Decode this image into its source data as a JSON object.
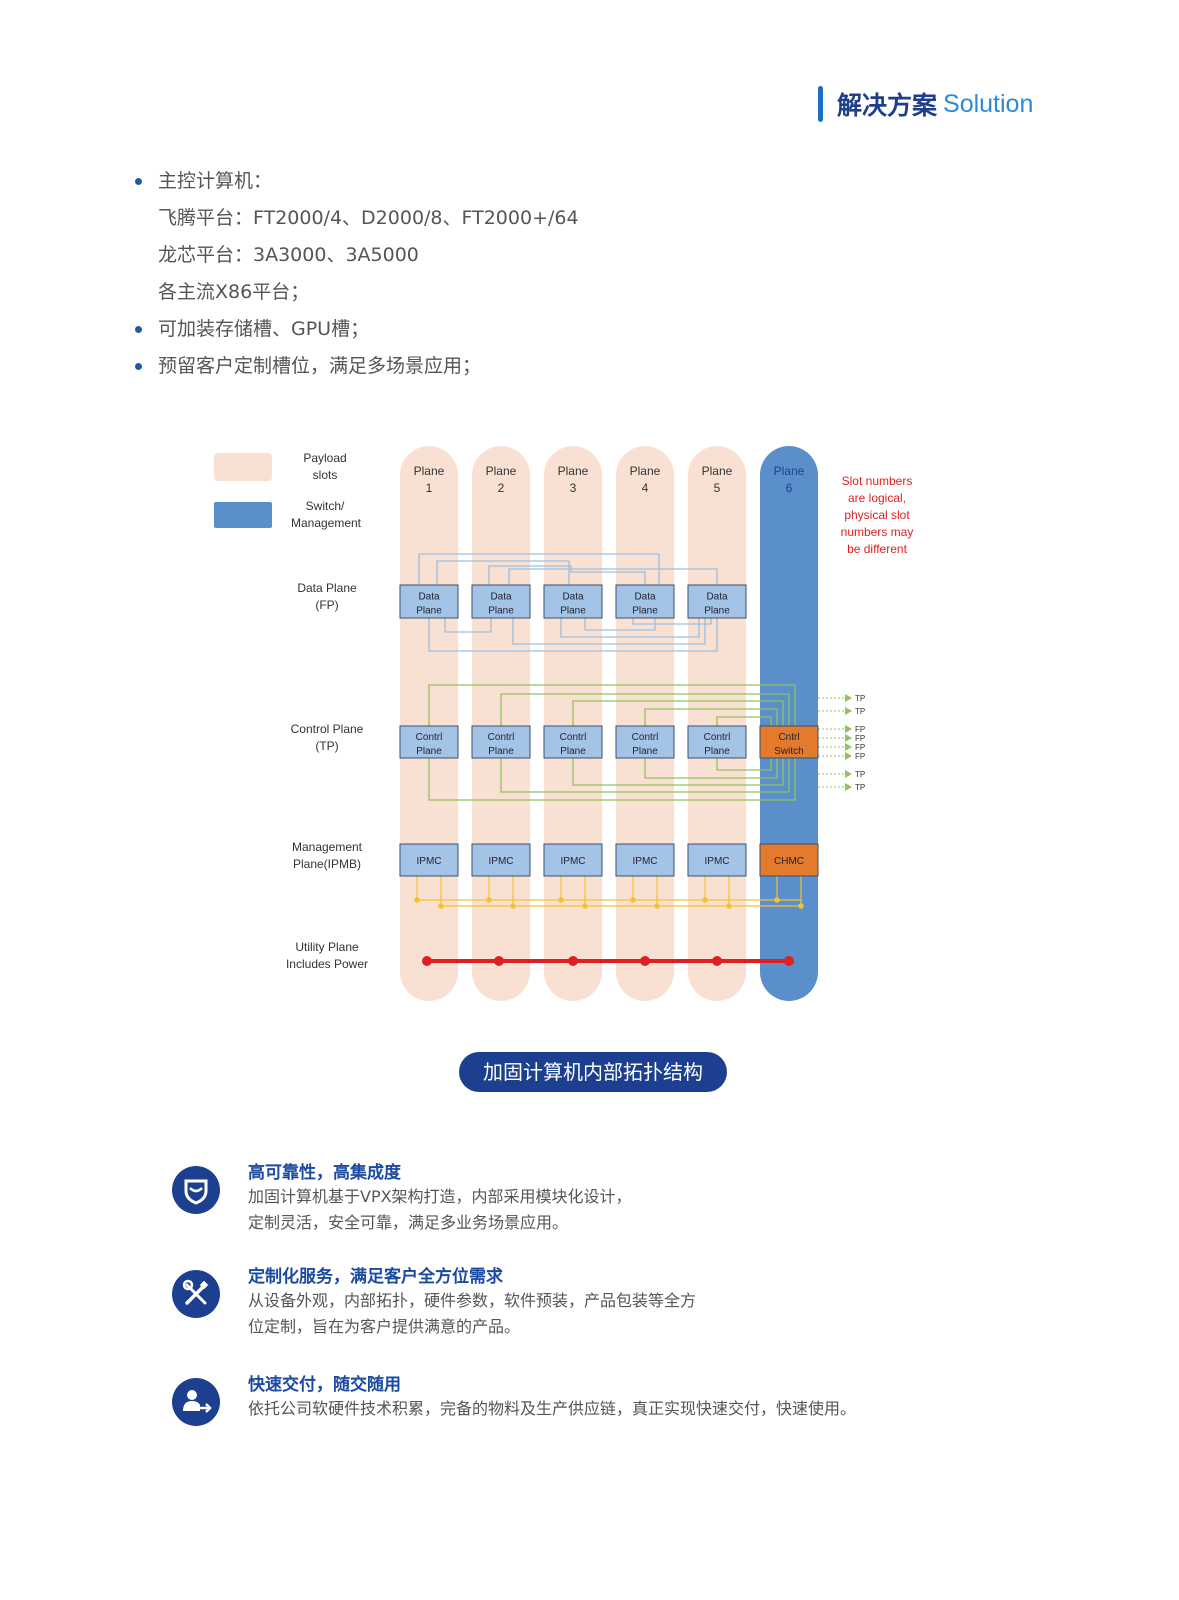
{
  "header": {
    "title_cn": "解决方案",
    "title_en": "Solution"
  },
  "bullets": [
    {
      "text": "主控计算机：",
      "dot": true
    },
    {
      "text": "飞腾平台：FT2000/4、D2000/8、FT2000+/64",
      "dot": false
    },
    {
      "text": "龙芯平台：3A3000、3A5000",
      "dot": false
    },
    {
      "text": "各主流X86平台；",
      "dot": false
    },
    {
      "text": "可加装存储槽、GPU槽；",
      "dot": true
    },
    {
      "text": "预留客户定制槽位，满足多场景应用；",
      "dot": true
    }
  ],
  "diagram": {
    "legend": [
      {
        "label_lines": [
          "Payload",
          "slots"
        ],
        "color": "#f8e1d3"
      },
      {
        "label_lines": [
          "Switch/",
          "Management"
        ],
        "color": "#5a8fcb"
      }
    ],
    "planes": [
      {
        "line1": "Plane",
        "line2": "1"
      },
      {
        "line1": "Plane",
        "line2": "2"
      },
      {
        "line1": "Plane",
        "line2": "3"
      },
      {
        "line1": "Plane",
        "line2": "4"
      },
      {
        "line1": "Plane",
        "line2": "5"
      },
      {
        "line1": "Plane",
        "line2": "6"
      }
    ],
    "row_labels": [
      {
        "lines": [
          "Data Plane",
          "(FP)"
        ]
      },
      {
        "lines": [
          "Control Plane",
          "(TP)"
        ]
      },
      {
        "lines": [
          "Management",
          "Plane(IPMB)"
        ]
      },
      {
        "lines": [
          "Utility Plane",
          "Includes Power"
        ]
      }
    ],
    "data_box": [
      "Data",
      "Plane"
    ],
    "ctrl_box": [
      "Contrl",
      "Plane"
    ],
    "switch_box": [
      "Cntrl",
      "Switch"
    ],
    "ipmc_label": "IPMC",
    "chmc_label": "CHMC",
    "note_lines": [
      "Slot numbers",
      "are logical,",
      "physical slot",
      "numbers may",
      "be different"
    ],
    "port_labels": [
      "TP",
      "TP",
      "FP",
      "FP",
      "FP",
      "FP",
      "TP",
      "TP"
    ],
    "colors": {
      "payload": "#f8e1d3",
      "switch": "#5a8fcb",
      "box": "#a3c4e6",
      "orange": "#e47a2b",
      "data_line": "#9bbfe0",
      "ctrl_line": "#8fc45a",
      "mgmt_line": "#f5c12e",
      "power": "#e02020",
      "note": "#e02020"
    }
  },
  "caption": "加固计算机内部拓扑结构",
  "features": [
    {
      "title": "高可靠性，高集成度",
      "lines": [
        "加固计算机基于VPX架构打造，内部采用模块化设计，",
        "定制灵活，安全可靠，满足多业务场景应用。"
      ],
      "icon": "shield-icon"
    },
    {
      "title": "定制化服务，满足客户全方位需求",
      "lines": [
        "从设备外观，内部拓扑，硬件参数，软件预装，产品包装等全方",
        "位定制，旨在为客户提供满意的产品。"
      ],
      "icon": "tools-icon"
    },
    {
      "title": "快速交付，随交随用",
      "lines": [
        "依托公司软硬件技术积累，完备的物料及生产供应链，真正实现快速交付，快速使用。"
      ],
      "icon": "delivery-icon"
    }
  ]
}
